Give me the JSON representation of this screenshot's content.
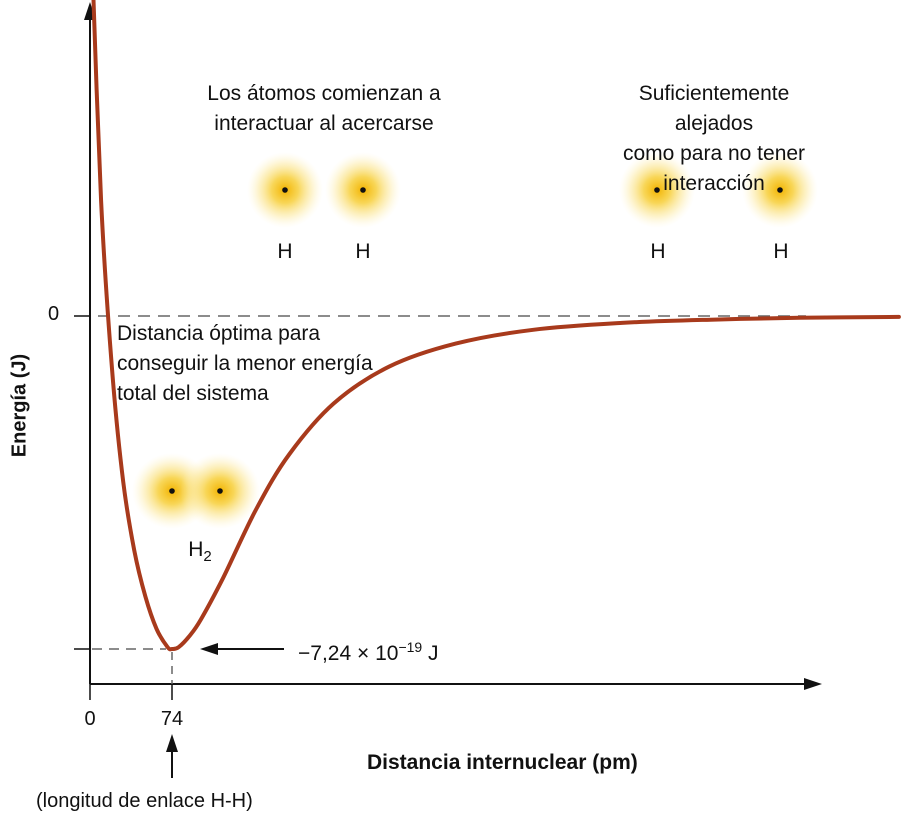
{
  "chart_data": {
    "type": "line",
    "xlabel": "Distancia internuclear (pm)",
    "ylabel": "Energía (J)",
    "x_ticks": [
      "0",
      "74"
    ],
    "y_ticks": [
      "0"
    ],
    "min_point": {
      "x": 74,
      "y": -7.24e-19
    },
    "min_label": {
      "prefix": "−7,24 × 10",
      "exp": "−19",
      "suffix": " J"
    },
    "bond_length_label": "(longitud de enlace H-H)",
    "series": [
      {
        "x": [
          1.5,
          10,
          20,
          30,
          40,
          50,
          60,
          70,
          74,
          80,
          90,
          100,
          120,
          150,
          180,
          220,
          270,
          330,
          400,
          480,
          560,
          640,
          730
        ],
        "y": [
          8.0,
          2.5,
          -1.2,
          -3.6,
          -5.1,
          -6.1,
          -6.8,
          -7.2,
          -7.24,
          -7.2,
          -6.95,
          -6.6,
          -5.7,
          -4.2,
          -3.0,
          -1.9,
          -1.1,
          -0.6,
          -0.3,
          -0.15,
          -0.08,
          -0.04,
          -0.02
        ]
      }
    ],
    "line_color": "#a83a1c",
    "annotations": {
      "approach": "Los átomos comienzan a\ninteractuar al acercarse",
      "far": "Suficientemente alejados\ncomo para no tener interacción",
      "optimal": "Distancia óptima para\nconseguir la menor energía\ntotal del sistema"
    },
    "atom_labels": {
      "h": "H",
      "h2_main": "H",
      "h2_sub": "2"
    }
  }
}
